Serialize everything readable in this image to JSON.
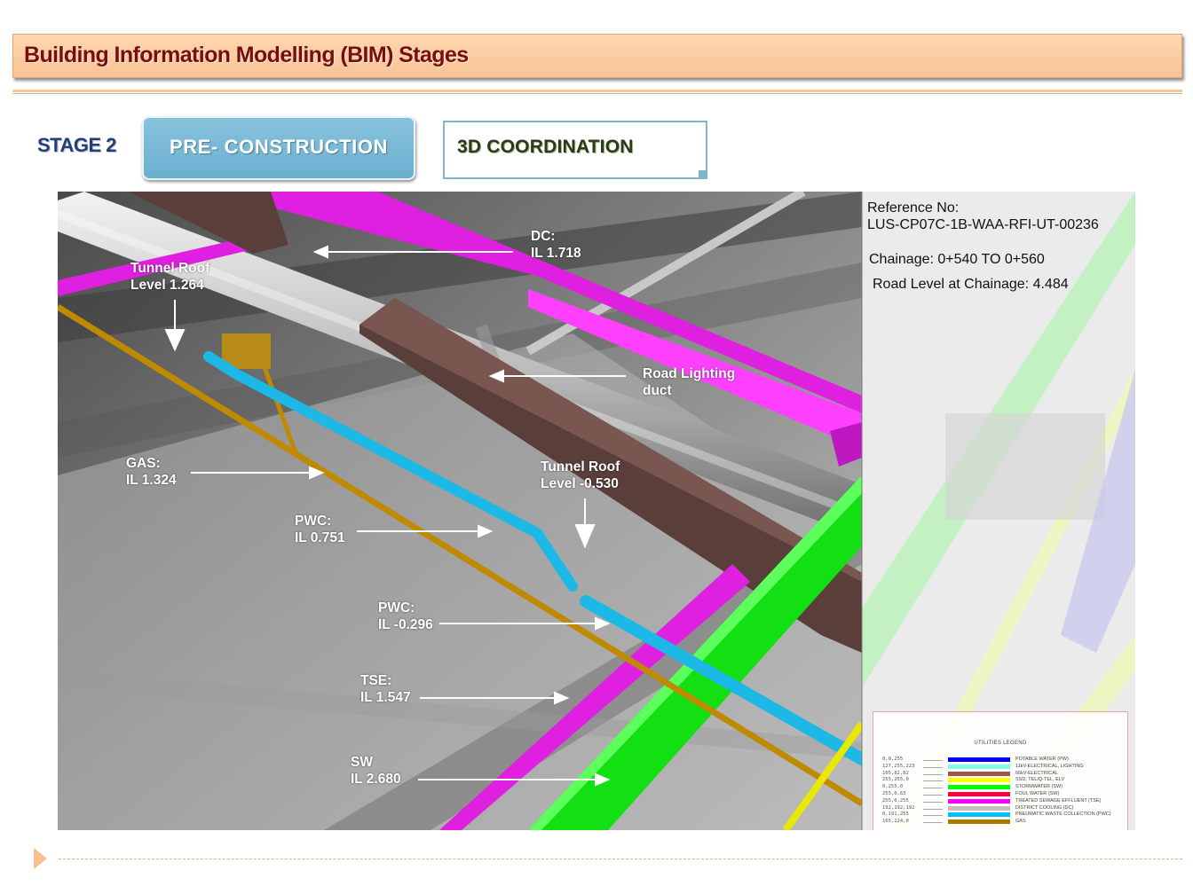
{
  "header": {
    "title": "Building Information Modelling (BIM) Stages"
  },
  "stage": {
    "label": "STAGE 2",
    "phase": "PRE- CONSTRUCTION",
    "activity": "3D COORDINATION"
  },
  "info_panel": {
    "reference_label": "Reference No:",
    "reference_no": "LUS-CP07C-1B-WAA-RFI-UT-00236",
    "chainage": "Chainage: 0+540 TO 0+560",
    "road_level": "Road Level at Chainage: 4.484"
  },
  "annotations": [
    {
      "id": "dc",
      "line1": "DC:",
      "line2": "IL 1.718"
    },
    {
      "id": "tunnel-roof-1",
      "line1": "Tunnel Roof",
      "line2": "Level 1.264"
    },
    {
      "id": "road-lighting",
      "line1": "Road Lighting",
      "line2": "duct"
    },
    {
      "id": "gas",
      "line1": "GAS:",
      "line2": "IL 1.324"
    },
    {
      "id": "tunnel-roof-2",
      "line1": "Tunnel Roof",
      "line2": "Level -0.530"
    },
    {
      "id": "pwc-1",
      "line1": "PWC:",
      "line2": "IL 0.751"
    },
    {
      "id": "pwc-2",
      "line1": "PWC:",
      "line2": "IL -0.296"
    },
    {
      "id": "tse",
      "line1": "TSE:",
      "line2": "IL 1.547"
    },
    {
      "id": "sw",
      "line1": "SW",
      "line2": "IL 2.680"
    }
  ],
  "legend": {
    "title": "UTILITIES LEGEND",
    "rows": [
      {
        "code": "0,0,255",
        "name": "POTABLE WATER (PW)",
        "color": "#0000ff"
      },
      {
        "code": "127,255,223",
        "name": "11kV-ELECTRICAL, LIGHTING",
        "color": "#7fffdf"
      },
      {
        "code": "165,82,82",
        "name": "66kV-ELECTRICAL",
        "color": "#a55252"
      },
      {
        "code": "255,255,0",
        "name": "SSD, TEL/Q-TEL, ELV",
        "color": "#ffff00"
      },
      {
        "code": "0,255,0",
        "name": "STORMWATER (SW)",
        "color": "#00ff00"
      },
      {
        "code": "255,0,63",
        "name": "FOUL WATER (SW)",
        "color": "#ff003f"
      },
      {
        "code": "255,0,255",
        "name": "TREATED SEWAGE EFFLUENT (TSE)",
        "color": "#ff00ff"
      },
      {
        "code": "192,192,192",
        "name": "DISTRICT COOLING (DC)",
        "color": "#c0c0c0"
      },
      {
        "code": "0,191,255",
        "name": "PNEUMATIC WASTE COLLECTION (PWC)",
        "color": "#00bfff"
      },
      {
        "code": "165,124,0",
        "name": "GAS",
        "color": "#a57c00"
      }
    ]
  }
}
